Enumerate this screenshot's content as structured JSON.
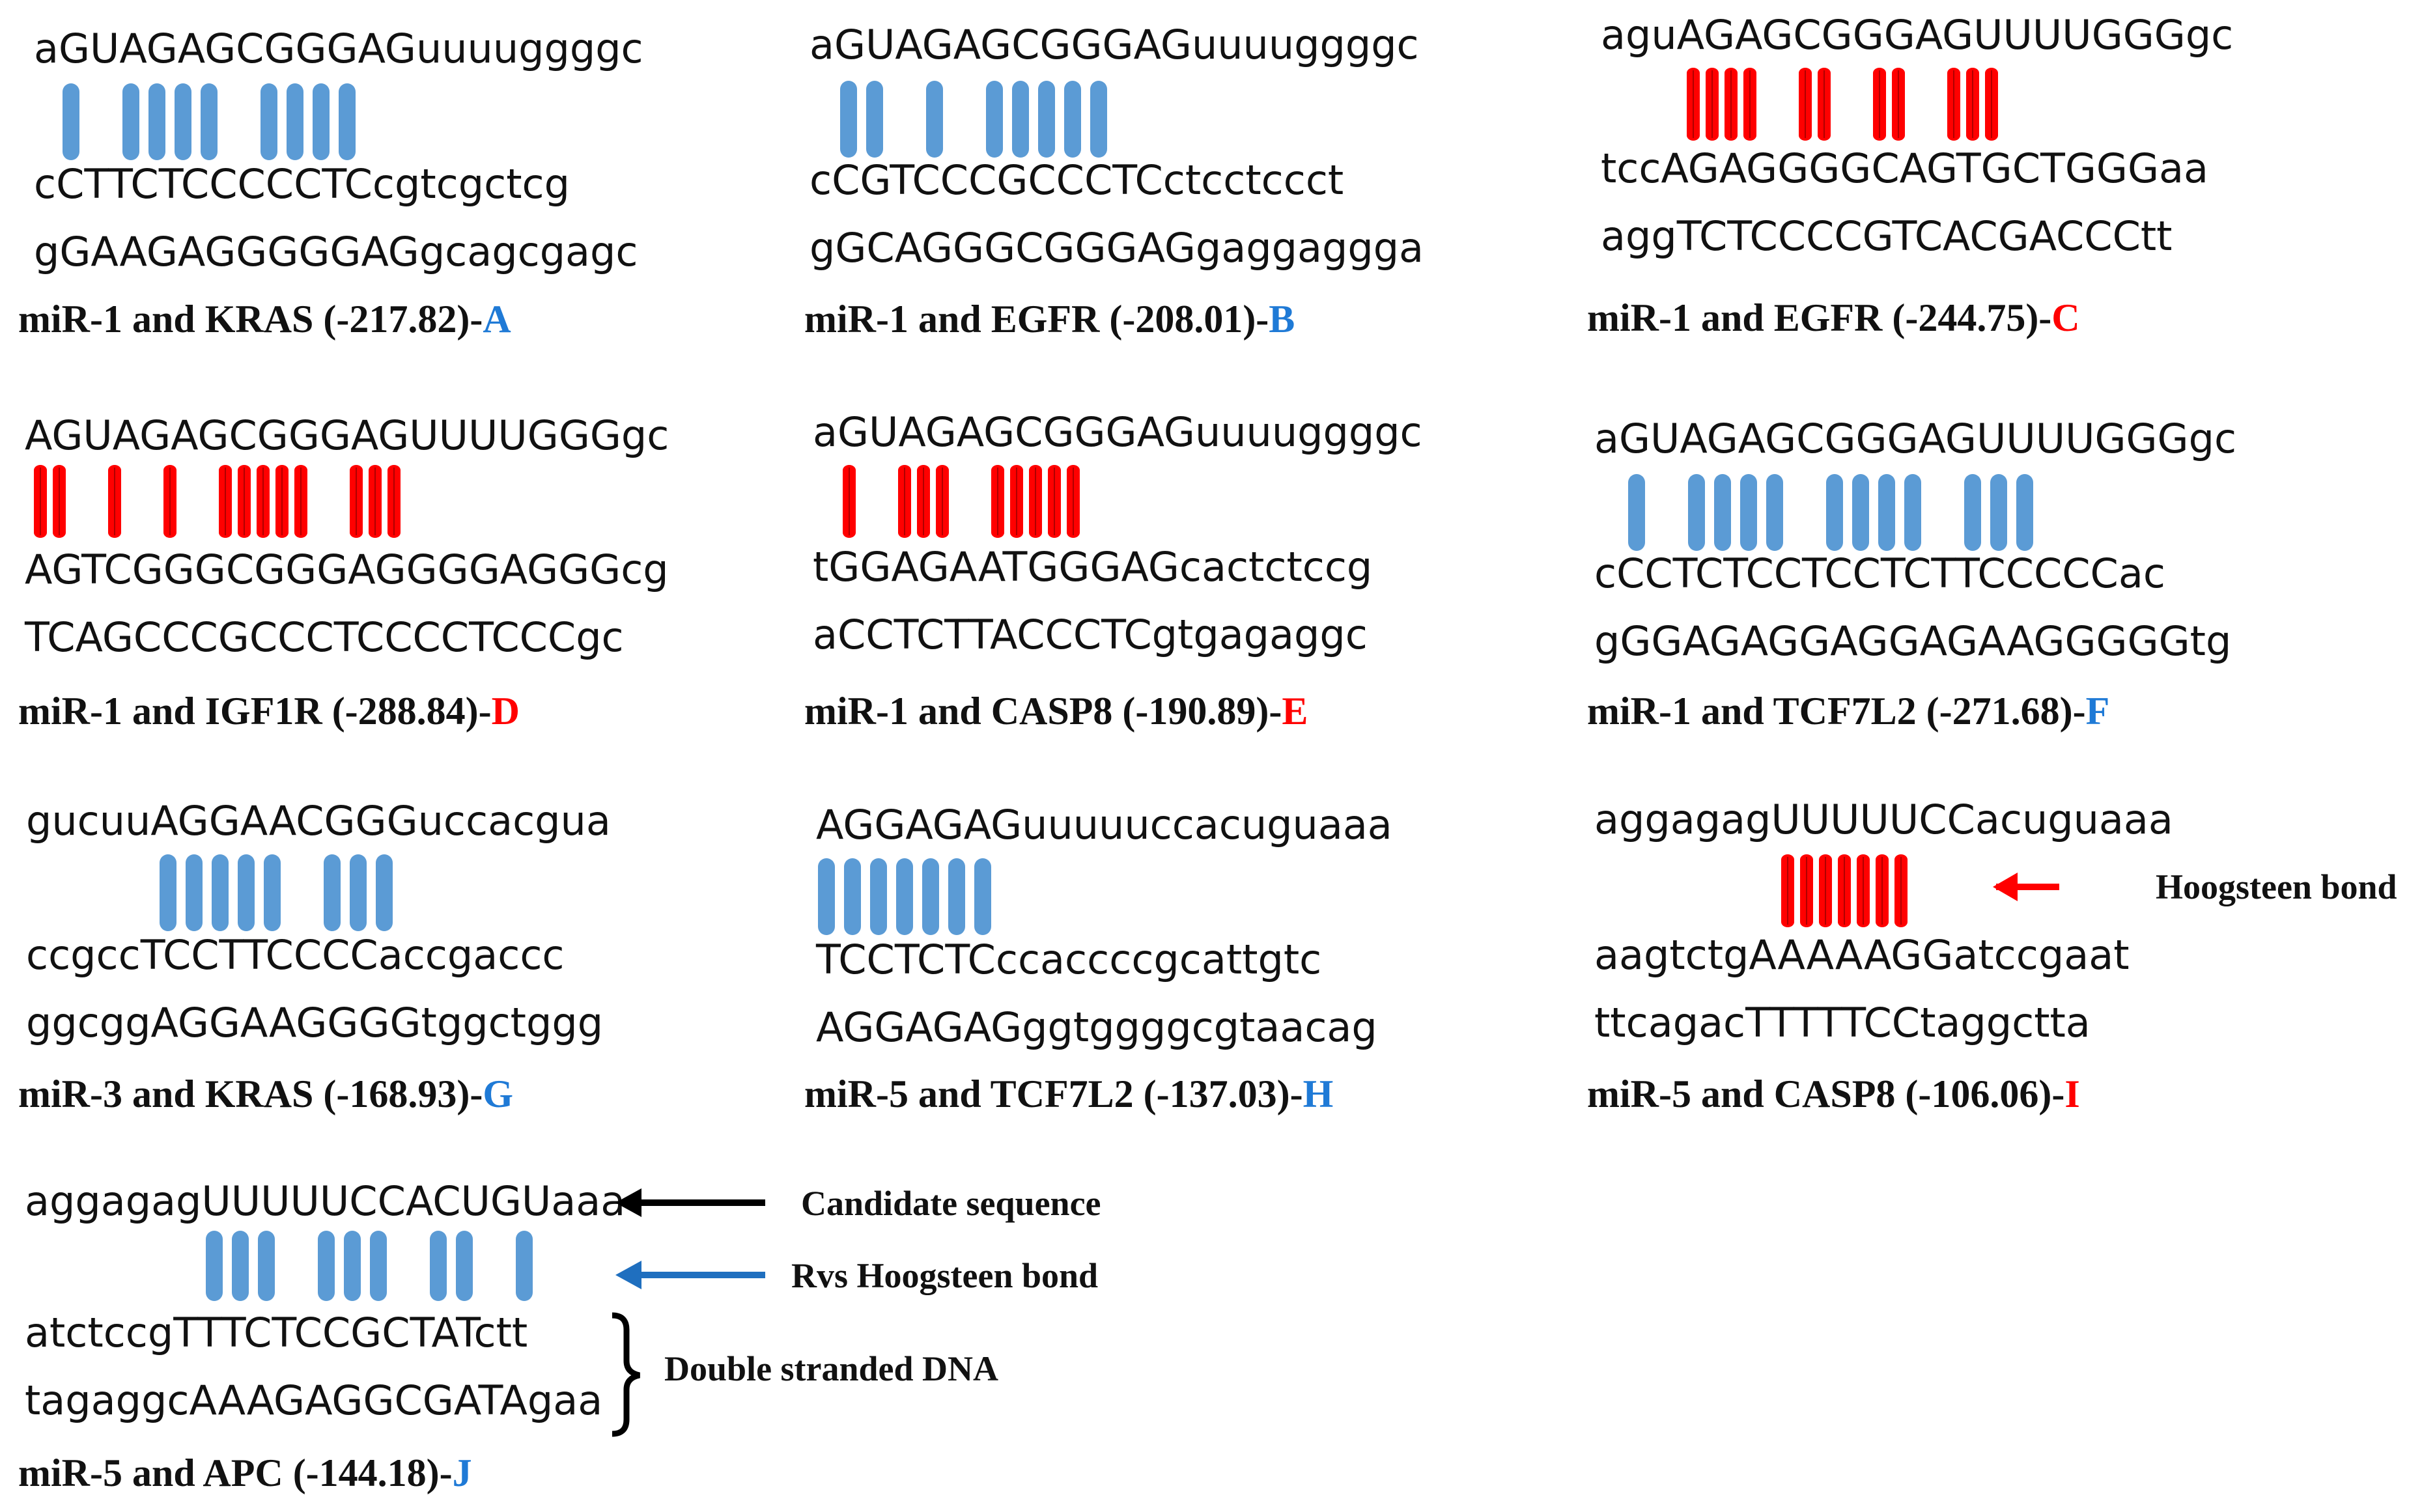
{
  "colors": {
    "rvs_hoogsteen": "#5b9bd5",
    "hoogsteen": "#ff0000",
    "letter_blue": "#1f7ad6",
    "letter_red": "#ff0000",
    "text": "#111111"
  },
  "panels": [
    {
      "id": "A",
      "bond": "rvs_hoogsteen",
      "mirna": "aGUAGAGCGGGAGuuuuggggc",
      "strand1": "cCTTCTCCCCCTCcgtcgctcg",
      "strand2": "gGAAGAGGGGGAGgcagcgagc",
      "caption": "miR-1 and KRAS (-217.82)-",
      "letter": "A",
      "letter_color": "blue",
      "bond_groups": [
        1,
        4,
        4
      ]
    },
    {
      "id": "B",
      "bond": "rvs_hoogsteen",
      "mirna": "aGUAGAGCGGGAGuuuuggggc",
      "strand1": "cCGTCCCGCCCTCctcctccct",
      "strand2": "gGCAGGGCGGGAGgaggaggga",
      "caption": "miR-1 and EGFR (-208.01)-",
      "letter": "B",
      "letter_color": "blue",
      "bond_groups": [
        2,
        1,
        5
      ]
    },
    {
      "id": "C",
      "bond": "hoogsteen",
      "mirna": "aguAGAGCGGGAGUUUUGGGgc",
      "strand1": "tccAGAGGGGCAGTGCTGGGaa",
      "strand2": "aggTCTCCCCGTCACGACCCtt",
      "caption": "miR-1 and EGFR (-244.75)-",
      "letter": "C",
      "letter_color": "red",
      "bond_groups": [
        4,
        2,
        2,
        3
      ]
    },
    {
      "id": "D",
      "bond": "hoogsteen",
      "mirna": "AGUAGAGCGGGAGUUUUGGGgc",
      "strand1": "AGTCGGGCGGGAGGGGAGGGcg",
      "strand2": "TCAGCCCGCCCTCCCCTCCCgc",
      "caption": "miR-1 and IGF1R (-288.84)-",
      "letter": "D",
      "letter_color": "red",
      "bond_groups": [
        2,
        1,
        1,
        5,
        3
      ]
    },
    {
      "id": "E",
      "bond": "hoogsteen",
      "mirna": "aGUAGAGCGGGAGuuuuggggc",
      "strand1": "tGGAGAATGGGAGcactctccg",
      "strand2": "aCCTCTTACCCTCgtgagaggc",
      "caption": "miR-1 and CASP8 (-190.89)-",
      "letter": "E",
      "letter_color": "red",
      "bond_groups": [
        1,
        3,
        5
      ]
    },
    {
      "id": "F",
      "bond": "rvs_hoogsteen",
      "mirna": "aGUAGAGCGGGAGUUUUGGGgc",
      "strand1": "cCCTCTCCTCCTCTTCCCCCac",
      "strand2": "gGGAGAGGAGGAGAAGGGGGtg",
      "caption": "miR-1 and TCF7L2 (-271.68)-",
      "letter": "F",
      "letter_color": "blue",
      "bond_groups": [
        1,
        4,
        4,
        3
      ]
    },
    {
      "id": "G",
      "bond": "rvs_hoogsteen",
      "mirna": "gucuuAGGAACGGGuccacgua",
      "strand1": "ccgccTCCTTCCCCaccgaccc",
      "strand2": "ggcggAGGAAGGGGtggctggg",
      "caption": "miR-3 and KRAS (-168.93)-",
      "letter": "G",
      "letter_color": "blue",
      "bond_groups": [
        5,
        3
      ]
    },
    {
      "id": "H",
      "bond": "rvs_hoogsteen",
      "mirna": "AGGAGAGuuuuuccacuguaaa",
      "strand1": "TCCTCTCccaccccgcattgtc",
      "strand2": "AGGAGAGggtggggcgtaacag",
      "caption": "miR-5 and TCF7L2 (-137.03)-",
      "letter": "H",
      "letter_color": "blue",
      "bond_groups": [
        7
      ]
    },
    {
      "id": "I",
      "bond": "hoogsteen",
      "mirna": "aggagagUUUUUCCacuguaaa",
      "strand1": "aagtctgAAAAAGGatccgaat",
      "strand2": "ttcagacTTTTTCCtaggctta",
      "caption": "miR-5 and CASP8 (-106.06)-",
      "letter": "I",
      "letter_color": "red",
      "bond_groups": [
        7
      ]
    },
    {
      "id": "J",
      "bond": "rvs_hoogsteen",
      "mirna": "aggagagUUUUUCCACUGUaaa",
      "strand1": "atctccgTTTCTCCGCTATctt",
      "strand2": "tagaggcAAAGAGGCGATAgaa",
      "caption": "miR-5 and APC (-144.18)-",
      "letter": "J",
      "letter_color": "blue",
      "bond_groups": [
        3,
        3,
        2,
        1
      ]
    }
  ],
  "annotations": {
    "hoogsteen_bond": "Hoogsteen bond",
    "candidate_sequence": "Candidate sequence",
    "rvs_hoogsteen_bond": "Rvs Hoogsteen bond",
    "double_stranded_dna": "Double stranded DNA"
  }
}
